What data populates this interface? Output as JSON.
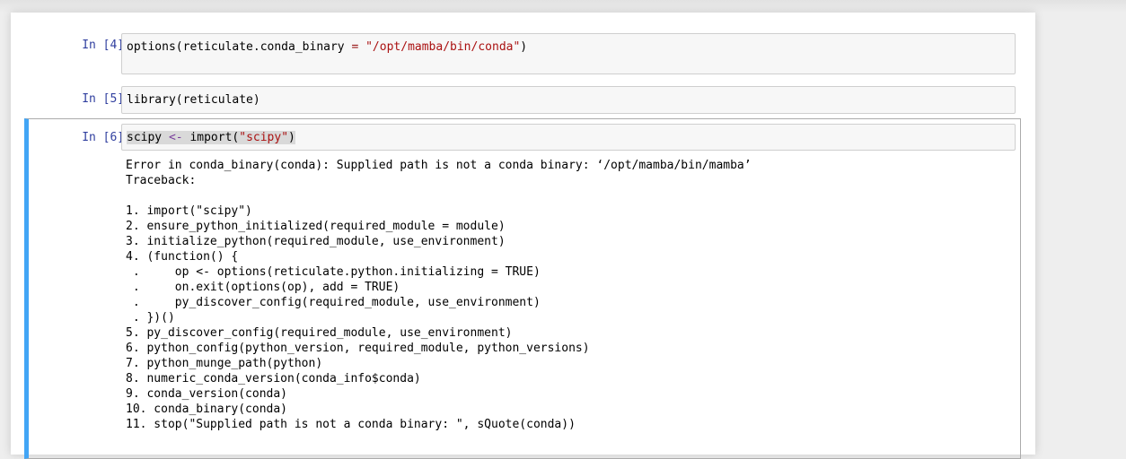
{
  "cells": [
    {
      "prompt": "In [4]:",
      "code": {
        "fn": "options(reticulate.conda_binary ",
        "op": "=",
        "space": " ",
        "str": "\"/opt/mamba/bin/conda\"",
        "close": ")"
      }
    },
    {
      "prompt": "In [5]:",
      "code": {
        "text": "library(reticulate)"
      }
    },
    {
      "prompt": "In [6]:",
      "code": {
        "var": "scipy ",
        "op": "<-",
        "fn": " import(",
        "str": "\"scipy\"",
        "close": ")"
      },
      "output_lines": [
        "Error in conda_binary(conda): Supplied path is not a conda binary: ‘/opt/mamba/bin/mamba’",
        "Traceback:",
        "",
        "1. import(\"scipy\")",
        "2. ensure_python_initialized(required_module = module)",
        "3. initialize_python(required_module, use_environment)",
        "4. (function() {",
        " .     op <- options(reticulate.python.initializing = TRUE)",
        " .     on.exit(options(op), add = TRUE)",
        " .     py_discover_config(required_module, use_environment)",
        " . })()",
        "5. py_discover_config(required_module, use_environment)",
        "6. python_config(python_version, required_module, python_versions)",
        "7. python_munge_path(python)",
        "8. numeric_conda_version(conda_info$conda)",
        "9. conda_version(conda)",
        "10. conda_binary(conda)",
        "11. stop(\"Supplied path is not a conda binary: \", sQuote(conda))"
      ]
    }
  ]
}
